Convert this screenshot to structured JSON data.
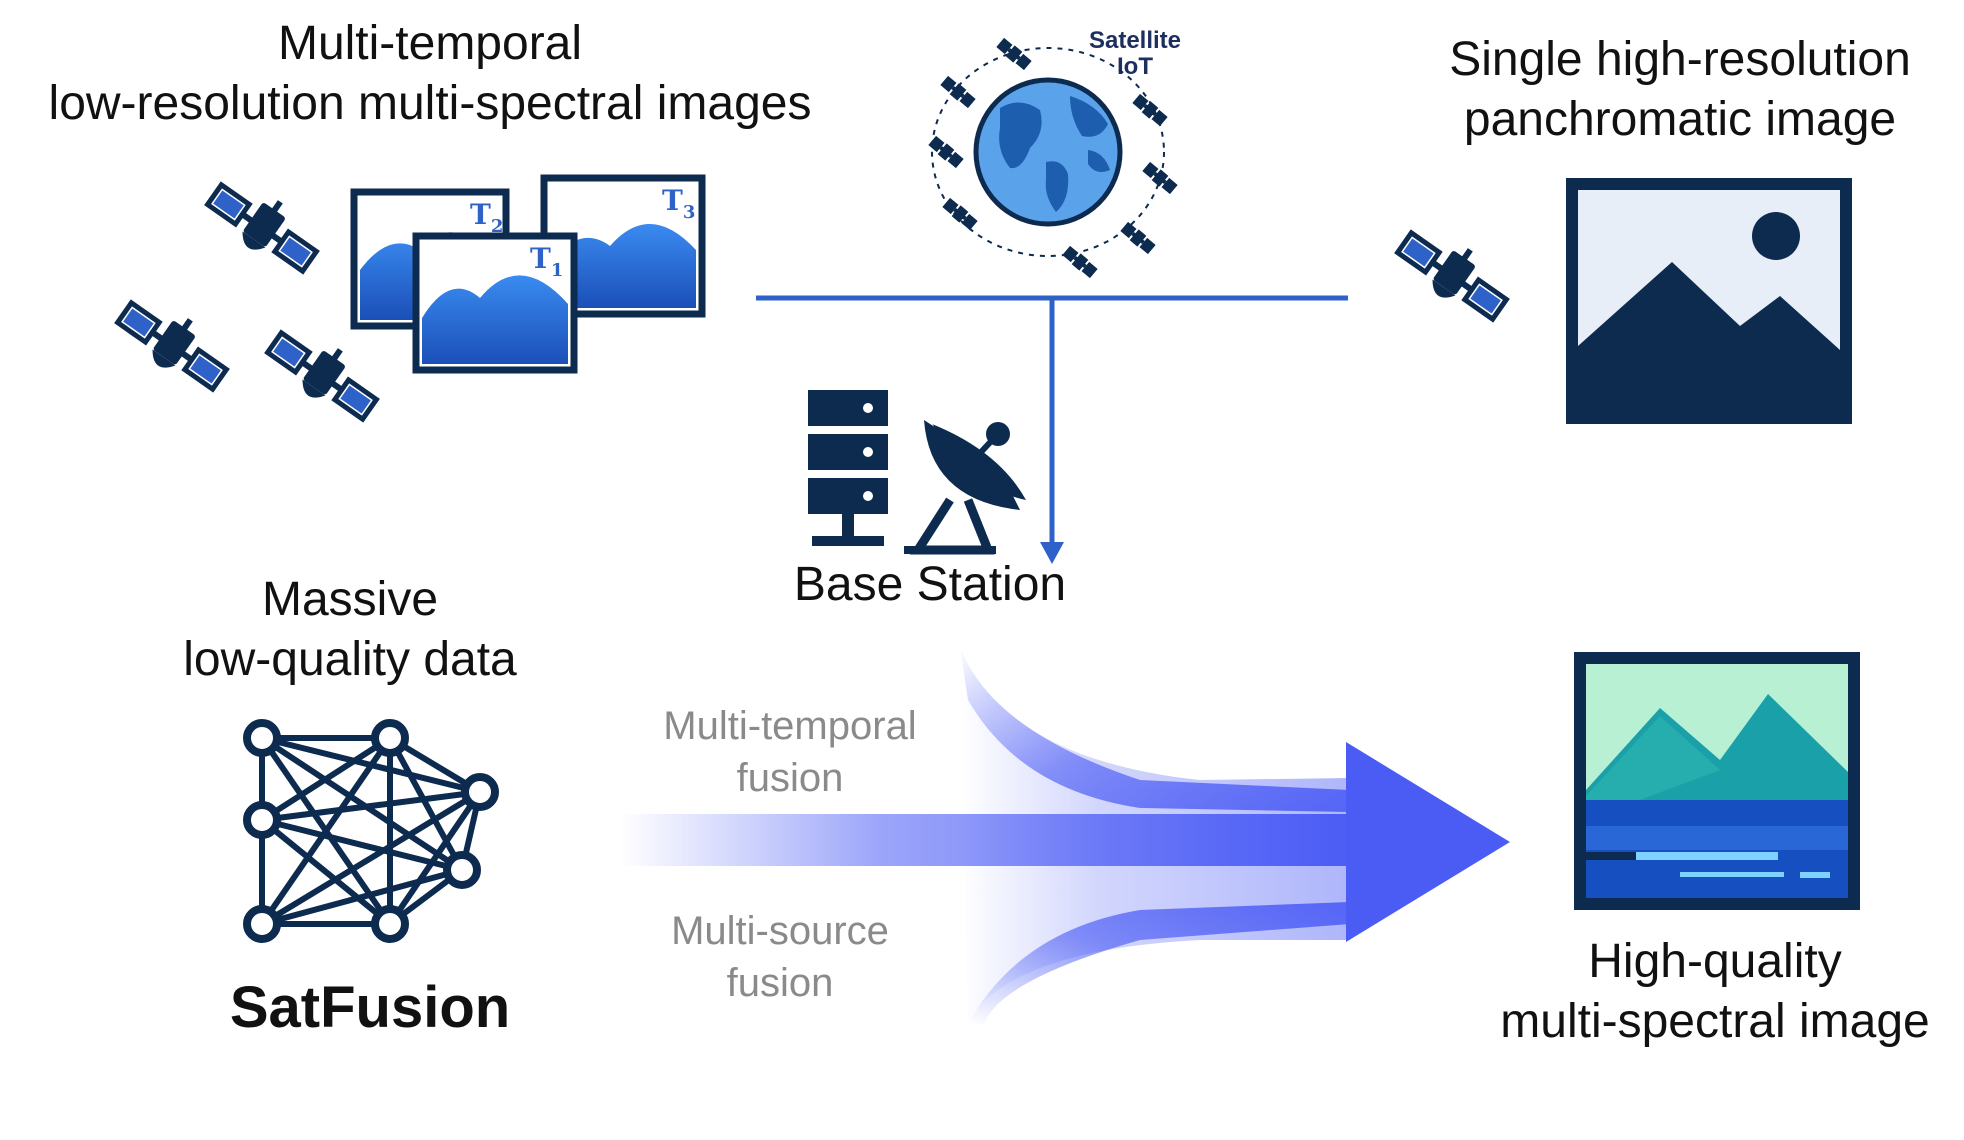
{
  "labels": {
    "low_res": [
      "Multi-temporal",
      "low-resolution multi-spectral images"
    ],
    "panchromatic": [
      "Single high-resolution",
      "panchromatic image"
    ],
    "satellite_iot": [
      "Satellite",
      "IoT"
    ],
    "base_station": "Base Station",
    "massive": [
      "Massive",
      "low-quality data"
    ],
    "satfusion": "SatFusion",
    "multi_temporal_fusion": [
      "Multi-temporal",
      "fusion"
    ],
    "multi_source_fusion": [
      "Multi-source",
      "fusion"
    ],
    "high_quality": [
      "High-quality",
      "multi-spectral image"
    ]
  },
  "frame_labels": {
    "t1": "T",
    "t1_sub": "1",
    "t2": "T",
    "t2_sub": "2",
    "t3": "T",
    "t3_sub": "3"
  },
  "icons": {
    "satellite": "satellite-icon",
    "globe": "globe-icon",
    "server": "server-icon",
    "dish": "satellite-dish-icon",
    "network": "network-graph-icon",
    "image": "image-icon",
    "arrow": "fusion-arrow-icon"
  },
  "colors": {
    "navy": "#0d2a4f",
    "blue": "#2f62c8",
    "arrow": "#4b5cf5",
    "teal": "#1aa0a8",
    "mint": "#b8f0d4"
  }
}
